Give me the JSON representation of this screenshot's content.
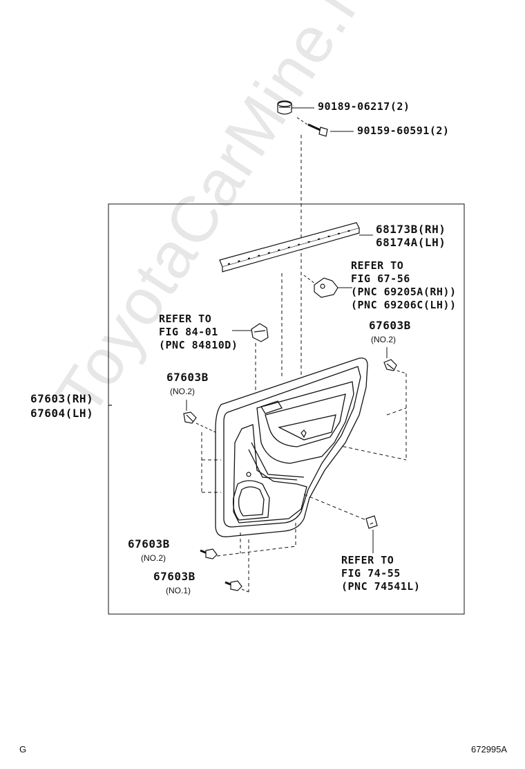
{
  "watermark": "ToyotaCarMine.ru",
  "parts": {
    "clip_top": "90189-06217(2)",
    "screw_top": "90159-60591(2)",
    "moulding_rh": "68173B(RH)",
    "moulding_lh": "68174A(LH)",
    "door_panel_rh": "67603(RH)",
    "door_panel_lh": "67604(LH)"
  },
  "references": {
    "handle": {
      "line1": "REFER TO",
      "line2": "FIG 67-56",
      "line3": "(PNC 69205A(RH))",
      "line4": "(PNC 69206C(LH))"
    },
    "switch": {
      "line1": "REFER TO",
      "line2": "FIG 84-01",
      "line3": "(PNC 84810D)"
    },
    "lamp": {
      "line1": "REFER TO",
      "line2": "FIG 74-55",
      "line3": "(PNC 74541L)"
    }
  },
  "clips": {
    "right": {
      "code": "67603B",
      "note": "(NO.2)"
    },
    "left": {
      "code": "67603B",
      "note": "(NO.2)"
    },
    "bottom_no2": {
      "code": "67603B",
      "note": "(NO.2)"
    },
    "bottom_no1": {
      "code": "67603B",
      "note": "(NO.1)"
    }
  },
  "footer": {
    "left": "G",
    "right": "672995A"
  }
}
